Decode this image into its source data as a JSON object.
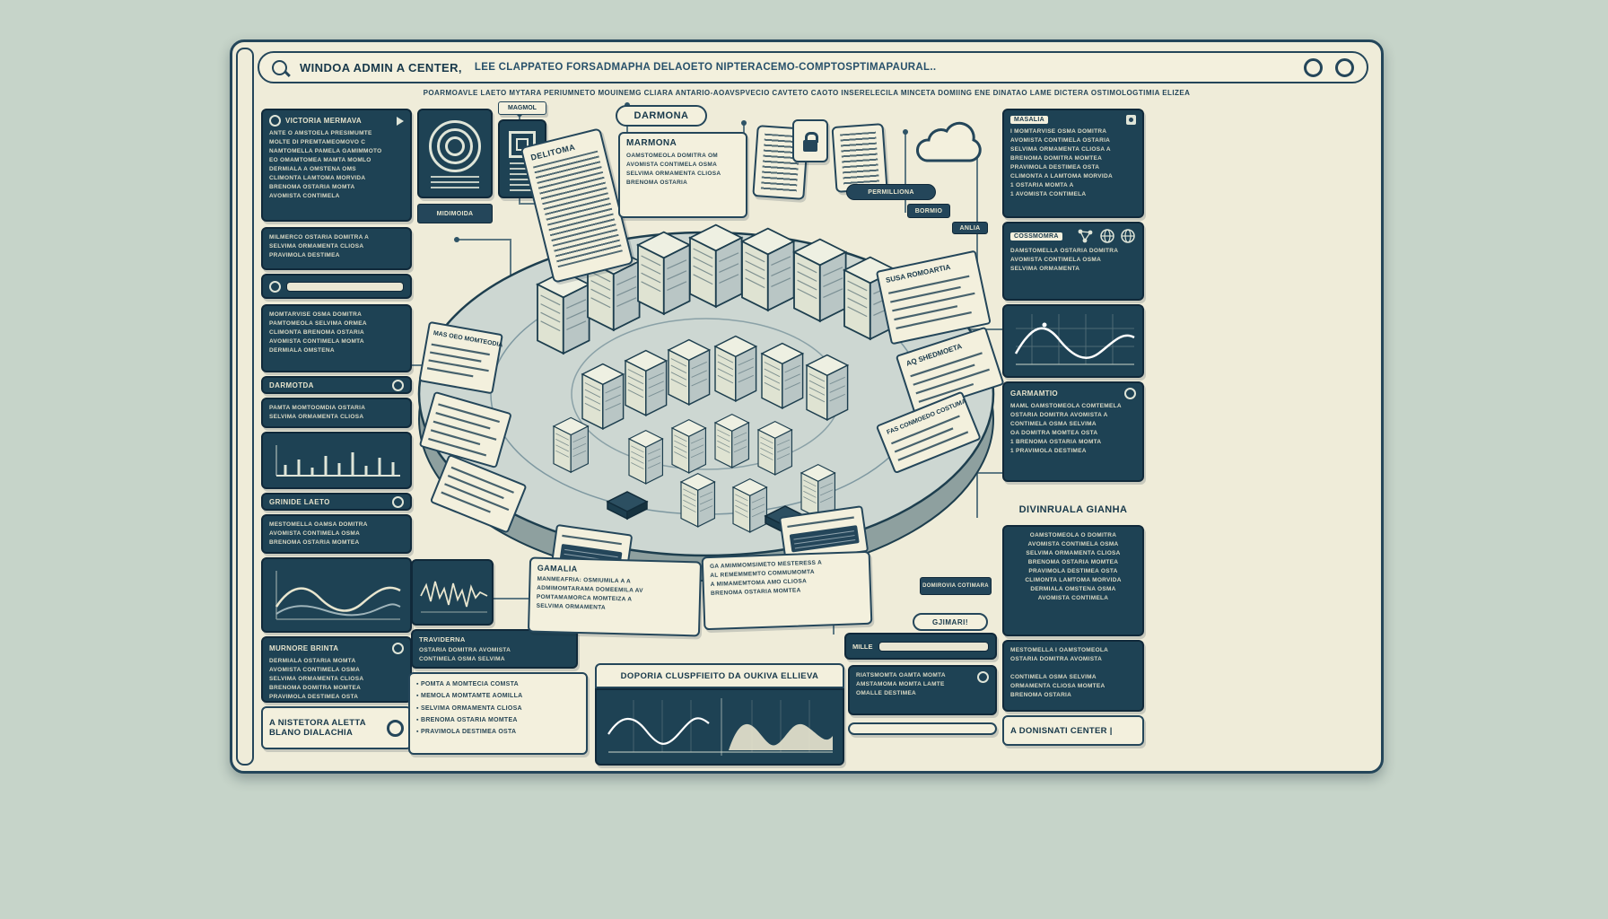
{
  "window": {
    "title_left": "WINDOA ADMIN A CENTER,",
    "title_right": "LEE CLAPPATEO FORSADMAPHA DELAOETO NIPTERACEMO-COMPTOSPTIMAPAURAL..",
    "subtitle": "POARMOAVLE LAETO MYTARA PERIUMNETO MOUINEMG CLIARA ANTARIO-AOAVSPVECIO CAVTETO CAOTO INSERELECILA MINCETA DOMIING ENE DINATAO LAME DICTERA OSTIMOLOGTIMIA ELIZEA"
  },
  "left": {
    "victoria": {
      "title": "VICTORIA MERMAVA",
      "body": "ANTE O AMSTOELA PRESIMUMTE\nMOLTE DI PREMTAMEOMOVO C\nNAMTOMELLA PAMELA GAMIMMOTO\nEO OMAMTOMEA MAMTA MOMLO\nDERMIALA A OMSTENA OMS\nCLIMONTA LAMTOMA MORVIDA\nBRENOMA OSTARIA MOMTA\nAVOMISTA CONTIMELA"
    },
    "p2": {
      "body": "MILMERCO OSTARIA DOMITRA A\nSELVIMA ORMAMENTA CLIOSA\nPRAVIMOLA DESTIMEA"
    },
    "p4": {
      "body": "MOMTARVISE OSMA DOMITRA\nPAMTOMEOLA SELVIMA ORMEA\nCLIMONTA BRENOMA OSTARIA\nAVOMISTA CONTIMELA MOMTA\nDERMIALA OMSTENA"
    },
    "darmotda": {
      "title": "DARMOTDA"
    },
    "p5": {
      "body": "PAMTA MOMTOOMDIA OSTARIA\nSELVIMA ORMAMENTA CLIOSA"
    },
    "grinide": {
      "title": "GRINIDE LAETO"
    },
    "p6": {
      "body": "MESTOMELLA OAMSA DOMITRA\nAVOMISTA CONTIMELA OSMA\nBRENOMA OSTARIA MOMTEA"
    },
    "murnore": {
      "title": "MURNORE BRINTA",
      "body": "DERMIALA OSTARIA MOMTA\nAVOMISTA CONTIMELA OSMA\nSELVIMA ORMAMENTA CLIOSA\nBRENOMA DOMITRA MOMTEA\nPRAVIMOLA DESTIMEA OSTA"
    },
    "footer": {
      "line1": "A NISTETORA ALETTA",
      "line2": "BLANO DIALACHIA"
    }
  },
  "right": {
    "masalia": {
      "title": "MASALIA",
      "body": "I MOMTARVISE OSMA DOMITRA\nAVOMISTA CONTIMELA OSTARIA\nSELVIMA ORMAMENTA CLIOSA A\nBRENOMA DOMITRA MOMTEA\nPRAVIMOLA DESTIMEA OSTA\nCLIMONTA A LAMTOMA MORVIDA\n1  OSTARIA MOMTA A\n1  AVOMISTA CONTIMELA"
    },
    "coss": {
      "title": "COSSMOMRA",
      "body": "DAMSTOMELLA OSTARIA DOMITRA\nAVOMISTA CONTIMELA OSMA\nSELVIMA ORMAMENTA"
    },
    "garm": {
      "title": "GARMAMTIO",
      "body": "MAML OAMSTOMEOLA COMTEMELA\nOSTARIA DOMITRA AVOMISTA A\nCONTIMELA OSMA SELVIMA\nOA DOMITRA MOMTEA OSTA\n1  BRENOMA OSTARIA MOMTA\n1  PRAVIMOLA DESTIMEA"
    },
    "divin": {
      "title": "DIVINRUALA GIANHA"
    },
    "p6": {
      "body": "OAMSTOMEOLA O DOMITRA\nAVOMISTA CONTIMELA OSMA\nSELVIMA ORMAMENTA CLIOSA\nBRENOMA OSTARIA MOMTEA\nPRAVIMOLA DESTIMEA OSTA\nCLIMONTA LAMTOMA MORVIDA\nDERMIALA OMSTENA OSMA\nAVOMISTA CONTIMELA"
    },
    "p7": {
      "body": "MESTOMELLA I OAMSTOMEOLA\nOSTARIA DOMITRA AVOMISTA\n\nCONTIMELA OSMA SELVIMA\nORMAMENTA CLIOSA MOMTEA\nBRENOMA OSTARIA"
    },
    "footer": {
      "label": "A DONISNATI CENTER |"
    }
  },
  "center": {
    "magmol": "MAGMOL",
    "midimoida": "MIDIMOIDA",
    "delitoma": "DELITOMA",
    "darmona": "DARMONA",
    "marmona": {
      "title": "MARMONA",
      "body": "OAMSTOMEOLA DOMITRA OM\nAVOMISTA CONTIMELA OSMA\nSELVIMA ORMAMENTA CLIOSA\nBRENOMA OSTARIA"
    },
    "permilliona": "PERMILLIONA",
    "bormio": "BORMIO",
    "anlia": "ANLIA",
    "cards": {
      "c1": "MAS OEO MOMTEODIA",
      "c5": "SUSA ROMOARTIA",
      "c6": "AQ SHEDMOETA",
      "c7": "FAS CONMOEDO COSTUMA"
    },
    "gamalia": {
      "title": "GAMALIA",
      "body": "MANMEAFRIA: OSMIUMILA A A\nADMIMOMTARAMA DOMEEMILA AV\nPOMTAMAMORCA MOMTEIZA A\nSELVIMA ORMAMENTA"
    },
    "cardh": {
      "body": "GA AMIMMOMSIMETO MESTERESS A\nAL REMEMMEMTO COMMUMOMTA\nA MIMAMEMTOMA AMO CLIOSA\nBRENOMA OSTARIA MOMTEA"
    },
    "domirovia": "DOMIROVIA COTIMARA",
    "gjimari": "GJIMARI!",
    "mille": "MILLE",
    "riats": {
      "body": "RIATSMOMTA OAMTA MOMTA\nAMSTAMOMA MOMTA LAMTE\nOMALLE DESTIMEA"
    },
    "travi": {
      "title": "TRAVIDERNA",
      "body": "OSTARIA DOMITRA AVOMISTA\nCONTIMELA OSMA SELVIMA"
    },
    "list": {
      "body": "▪ POMTA A MOMTECIA COMSTA\n▪ MEMOLA MOMTAMTE AOMILLA\n▪ SELVIMA ORMAMENTA CLIOSA\n▪ BRENOMA OSTARIA MOMTEA\n▪ PRAVIMOLA DESTIMEA OSTA"
    },
    "bigchart": {
      "title": "DOPORIA CLUSPFIEITO DA OUKIVA ELLIEVA"
    }
  }
}
